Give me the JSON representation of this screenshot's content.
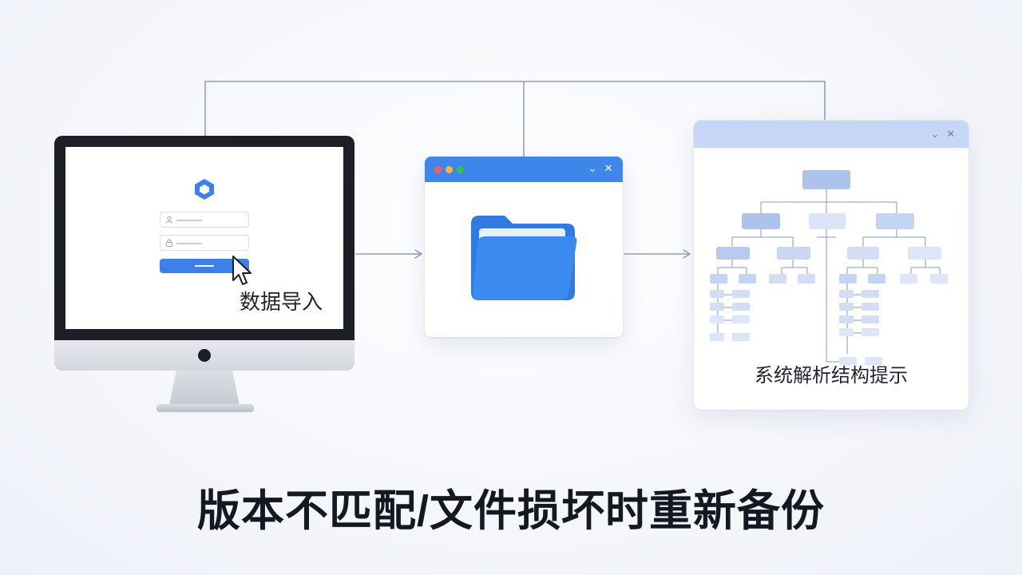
{
  "colors": {
    "primary_blue": "#3f86ea",
    "light_blue": "#c6d6f6",
    "connector": "#7f8aa3",
    "bezel": "#1c1f26",
    "text": "#141821"
  },
  "monitor": {
    "icons": [
      "hexagon-logo-icon",
      "user-icon",
      "lock-icon",
      "cursor-icon"
    ],
    "label": "数据导入"
  },
  "folder_window": {
    "icons": [
      "folder-icon",
      "chevron-down-icon",
      "close-icon"
    ],
    "controls": {
      "minimize": "⌄",
      "close": "✕"
    }
  },
  "structure_window": {
    "icons": [
      "chevron-down-icon",
      "close-icon",
      "tree-structure-icon"
    ],
    "controls": {
      "minimize": "⌄",
      "close": "✕"
    },
    "label": "系统解析结构提示"
  },
  "caption": "版本不匹配/文件损坏时重新备份"
}
